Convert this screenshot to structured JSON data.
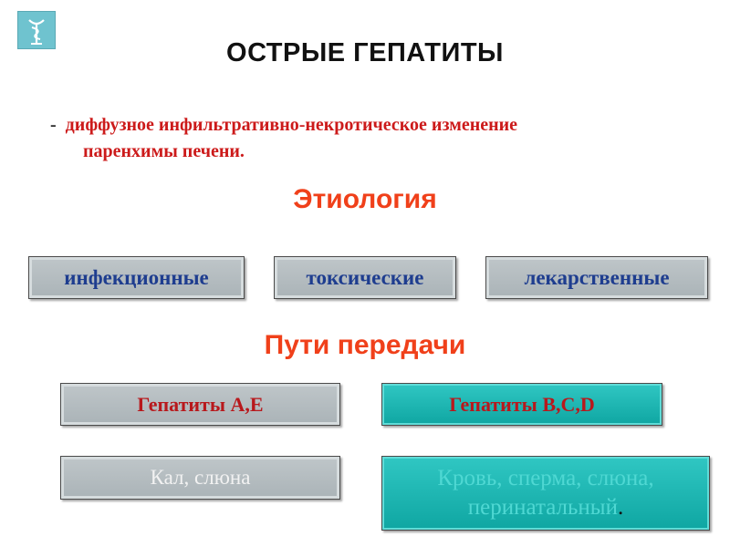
{
  "title": "ОСТРЫЕ ГЕПАТИТЫ",
  "definition": {
    "dash": "-",
    "line1": "диффузное инфильтративно-некротическое изменение",
    "line2": "паренхимы печени."
  },
  "etiology": {
    "heading": "Этиология",
    "items": [
      "инфекционные",
      "токсические",
      "лекарственные"
    ]
  },
  "transmission": {
    "heading": "Пути передачи",
    "groups": [
      {
        "label": "Гепатиты А,Е",
        "route": "Кал, слюна"
      },
      {
        "label": "Гепатиты B,C,D",
        "route_line1": "Кровь, сперма, слюна,",
        "route_line2": "перинатальный",
        "route_end": "."
      }
    ]
  },
  "colors": {
    "heading": "#f0401a",
    "definition": "#cc1a1a",
    "etiology_text": "#1e3d8f",
    "box_grey": "#aab3b7",
    "box_teal": "#1cb5b1"
  },
  "icons": {
    "logo": "caduceus-icon"
  }
}
